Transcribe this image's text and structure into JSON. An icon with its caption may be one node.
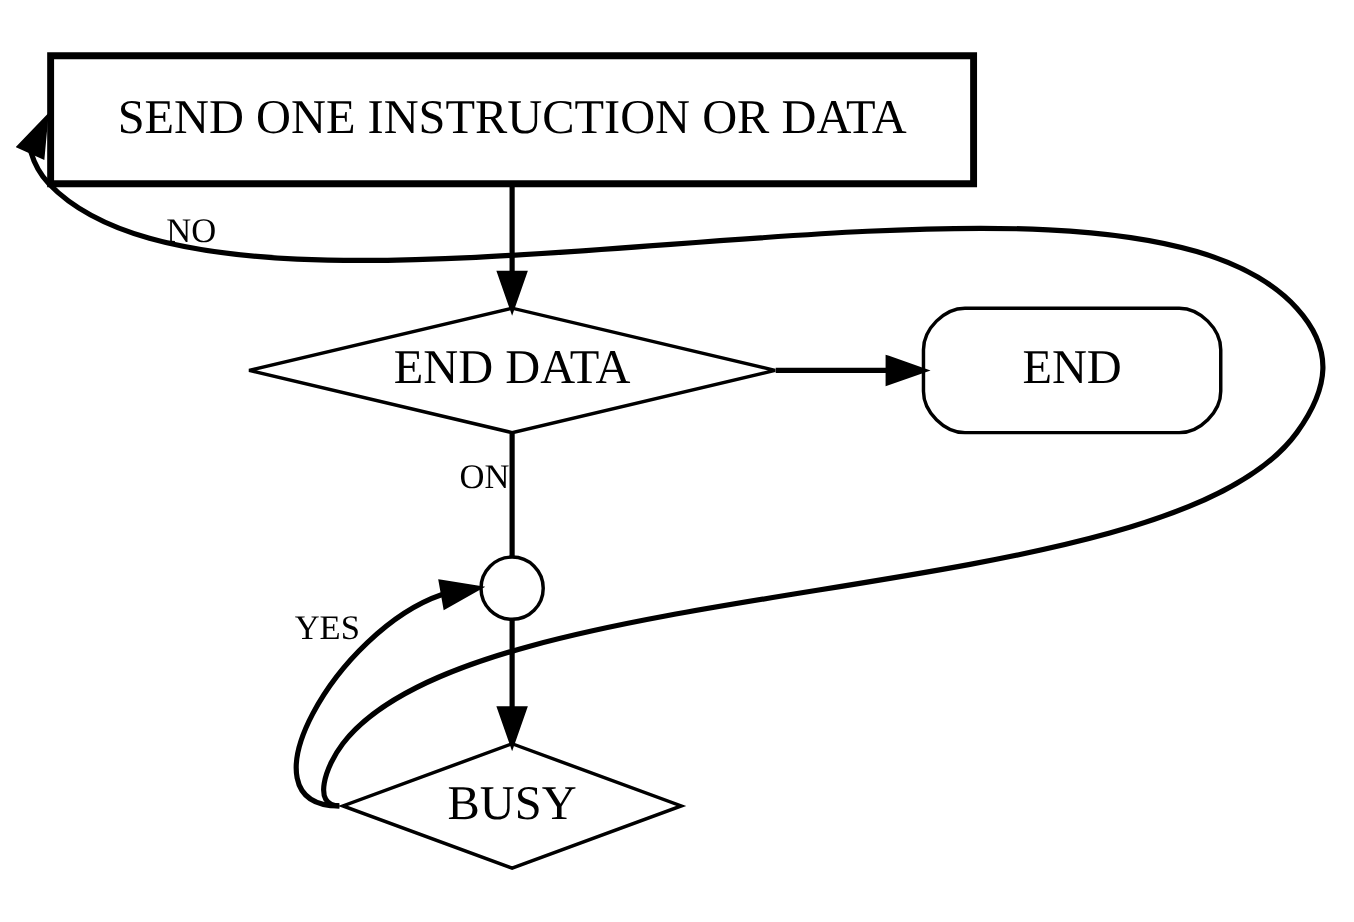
{
  "diagram": {
    "nodes": [
      {
        "text": [
          "SEND ONE INSTRUCTION OR DATA"
        ]
      },
      {
        "text": [
          "END DATA"
        ]
      },
      {
        "text": [
          "END"
        ]
      },
      {
        "text": [],
        "shape": "circle"
      },
      {
        "text": [
          "BUSY"
        ]
      }
    ],
    "edges": [
      {
        "from": 0,
        "to": 1,
        "arrow": "to"
      },
      {
        "from": 1,
        "to": 2,
        "arrow": "to"
      },
      {
        "from": 1,
        "to": 3,
        "arrow": "none",
        "label": "ON"
      },
      {
        "from": 3,
        "to": 4,
        "arrow": "to"
      },
      {
        "from": 4,
        "to": 3,
        "arrow": "to",
        "label": "YES"
      },
      {
        "from": 4,
        "to": 0,
        "arrow": "to",
        "label": "NO"
      }
    ]
  }
}
